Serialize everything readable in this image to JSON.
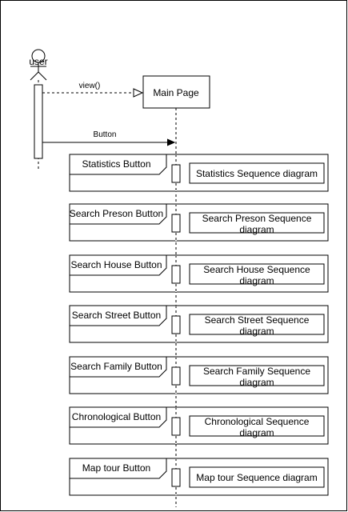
{
  "actor": {
    "label": "user"
  },
  "lifeline": {
    "label": "Main Page"
  },
  "messages": [
    {
      "label": "view()",
      "style": "dashed-open-arrow"
    },
    {
      "label": "Button",
      "style": "solid-filled-arrow"
    }
  ],
  "fragments": [
    {
      "button_label": "Statistics Button",
      "ref_lines": [
        "Statistics Sequence diagram"
      ]
    },
    {
      "button_label": "Search Preson Button",
      "ref_lines": [
        "Search Preson Sequence",
        "diagram"
      ]
    },
    {
      "button_label": "Search House Button",
      "ref_lines": [
        "Search House Sequence",
        "diagram"
      ]
    },
    {
      "button_label": "Search Street Button",
      "ref_lines": [
        "Search Street Sequence",
        "diagram"
      ]
    },
    {
      "button_label": "Search Family Button",
      "ref_lines": [
        "Search Family Sequence",
        "diagram"
      ]
    },
    {
      "button_label": "Chronological Button",
      "ref_lines": [
        "Chronological Sequence",
        "diagram"
      ]
    },
    {
      "button_label": "Map tour Button",
      "ref_lines": [
        "Map tour Sequence diagram"
      ]
    }
  ],
  "colors": {
    "stroke": "#000000",
    "background": "#ffffff",
    "frame": "#000000"
  }
}
